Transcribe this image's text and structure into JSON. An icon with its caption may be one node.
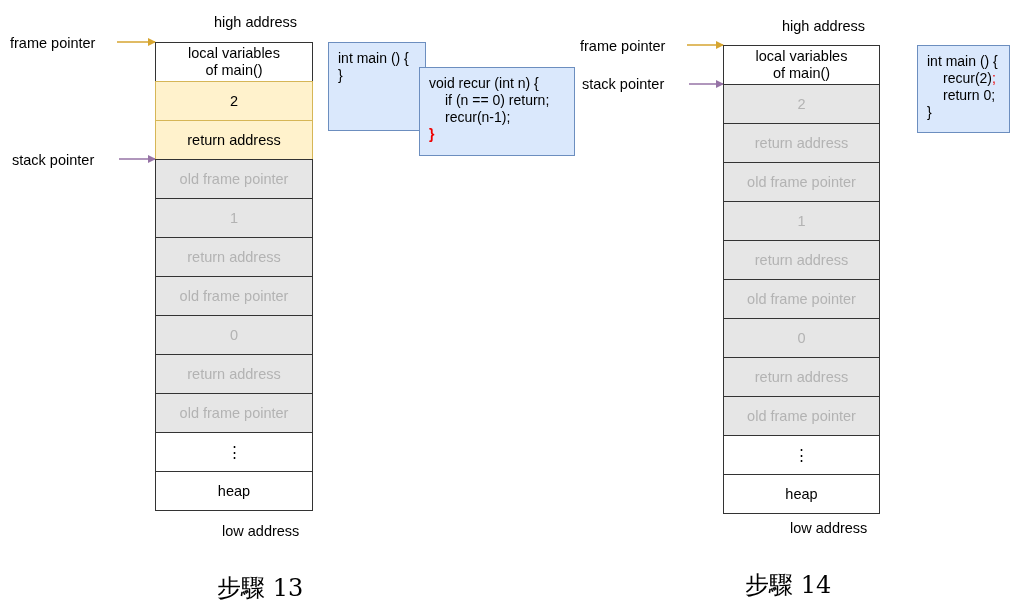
{
  "diagram": {
    "nodes": [
      {
        "text": [
          "frame pointer"
        ]
      },
      {
        "text": [
          "stack pointer"
        ]
      },
      {
        "text": [
          "local variables of main()"
        ]
      },
      {
        "text": [
          "2"
        ]
      },
      {
        "text": [
          "return address"
        ]
      },
      {
        "text": [
          "old frame pointer"
        ]
      },
      {
        "text": [
          "1"
        ]
      },
      {
        "text": [
          "return address"
        ]
      },
      {
        "text": [
          "old frame pointer"
        ]
      },
      {
        "text": [
          "0"
        ]
      },
      {
        "text": [
          "return address"
        ]
      },
      {
        "text": [
          "old frame pointer"
        ]
      },
      {
        "text": [
          "⋮"
        ]
      },
      {
        "text": [
          "heap"
        ]
      },
      {
        "text": [
          "int main () {",
          "}"
        ]
      },
      {
        "text": [
          "void recur (int n) {",
          "if (n == 0) return;",
          "recur(n-1);",
          "}"
        ]
      },
      {
        "text": [
          "frame pointer"
        ]
      },
      {
        "text": [
          "stack pointer"
        ]
      },
      {
        "text": [
          "local variables of main()"
        ]
      },
      {
        "text": [
          "2"
        ]
      },
      {
        "text": [
          "return address"
        ]
      },
      {
        "text": [
          "old frame pointer"
        ]
      },
      {
        "text": [
          "1"
        ]
      },
      {
        "text": [
          "return address"
        ]
      },
      {
        "text": [
          "old frame pointer"
        ]
      },
      {
        "text": [
          "0"
        ]
      },
      {
        "text": [
          "return address"
        ]
      },
      {
        "text": [
          "old frame pointer"
        ]
      },
      {
        "text": [
          "⋮"
        ]
      },
      {
        "text": [
          "heap"
        ]
      },
      {
        "text": [
          "int main () {",
          "recur(2);",
          "return 0;",
          "}"
        ]
      }
    ],
    "edges": [
      {
        "from": 0,
        "to": 2,
        "arrow": "to",
        "color": "#d6a530"
      },
      {
        "from": 1,
        "to": 5,
        "arrow": "to",
        "color": "#9673a6"
      },
      {
        "from": 16,
        "to": 18,
        "arrow": "to",
        "color": "#d6a530"
      },
      {
        "from": 17,
        "to": 19,
        "arrow": "to",
        "color": "#9673a6"
      }
    ],
    "labels": [
      "high address",
      "low address",
      "步驟 13",
      "high address",
      "low address",
      "步驟 14"
    ]
  }
}
